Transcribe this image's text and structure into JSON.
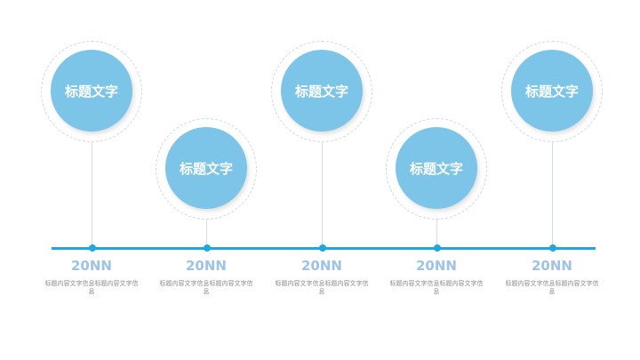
{
  "accent_color": "#1fa8e0",
  "circle_color": "#7cc4e8",
  "items": [
    {
      "title": "标题文字",
      "year": "20NN",
      "desc": "标题内容文字信息标题内容文字信息"
    },
    {
      "title": "标题文字",
      "year": "20NN",
      "desc": "标题内容文字信息标题内容文字信息"
    },
    {
      "title": "标题文字",
      "year": "20NN",
      "desc": "标题内容文字信息标题内容文字信息"
    },
    {
      "title": "标题文字",
      "year": "20NN",
      "desc": "标题内容文字信息标题内容文字信息"
    },
    {
      "title": "标题文字",
      "year": "20NN",
      "desc": "标题内容文字信息标题内容文字信息"
    }
  ]
}
